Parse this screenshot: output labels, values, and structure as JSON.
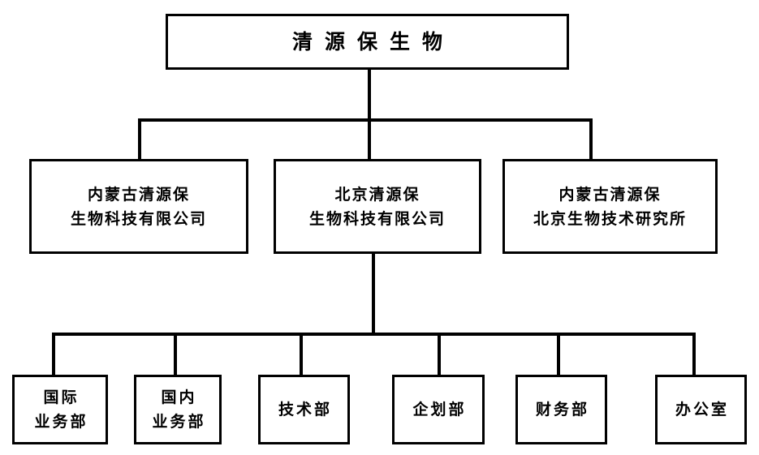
{
  "org": {
    "root": {
      "lines": [
        "清源保生物"
      ]
    },
    "companies": [
      {
        "lines": [
          "内蒙古清源保",
          "生物科技有限公司"
        ]
      },
      {
        "lines": [
          "北京清源保",
          "生物科技有限公司"
        ]
      },
      {
        "lines": [
          "内蒙古清源保",
          "北京生物技术研究所"
        ]
      }
    ],
    "departments": [
      {
        "lines": [
          "国际",
          "业务部"
        ]
      },
      {
        "lines": [
          "国内",
          "业务部"
        ]
      },
      {
        "lines": [
          "技术部"
        ]
      },
      {
        "lines": [
          "企划部"
        ]
      },
      {
        "lines": [
          "财务部"
        ]
      },
      {
        "lines": [
          "办公室"
        ]
      }
    ]
  },
  "colors": {
    "line": "#000000",
    "box_border": "#000000",
    "background": "#ffffff"
  }
}
